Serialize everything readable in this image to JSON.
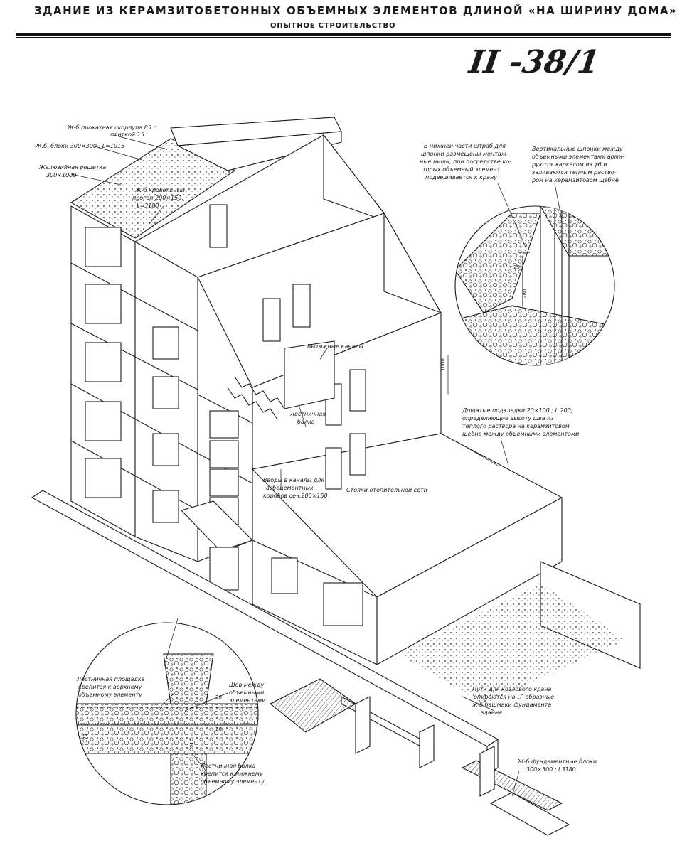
{
  "header": {
    "title": "ЗДАНИЕ ИЗ КЕРАМЗИТОБЕТОННЫХ ОБЪЕМНЫХ ЭЛЕМЕНТОВ ДЛИНОЙ «НА ШИРИНУ ДОМА»",
    "subtitle": "ОПЫТНОЕ СТРОИТЕЛЬСТВО",
    "sheet_number": "II -38/1"
  },
  "labels": {
    "shell": [
      "Ж-б прокатная скорлупа 85 с",
      "плиткой 15"
    ],
    "blocks": [
      "Ж.б. блоки 300×300 ; L=1015"
    ],
    "grille": [
      "Жалюзийная решетка",
      "300×1000"
    ],
    "purlin": [
      "Ж-б кровельный",
      "прогон 200×150,",
      "L=3180"
    ],
    "keys_note": [
      "В нижней части штраб для",
      "шпонки размещены монтаж-",
      "ные ниши, при посредстве ко-",
      "торых объемный элемент",
      "подвешивается к крану"
    ],
    "vertical_keys": [
      "Вертикальные шпонки между",
      "объемными элементами арми-",
      "руются каркасом из φ6 и",
      "заливаются теплым раство-",
      "ром на керамзитовом щебне"
    ],
    "ducts": [
      "Вытяжные каналы"
    ],
    "stair_beam": [
      "Лестничная",
      "балка"
    ],
    "inlets": [
      "Вводы в каналы для",
      "асбоцементных",
      "коробов сеч.200×150"
    ],
    "heating": [
      "Стояки отопительной сети"
    ],
    "pads": [
      "Дощатые подкладки 20×100 ; L 200,",
      "определяющие высоту шва из",
      "теплого раствора на керамзитовом",
      "щебне между объемными элементами"
    ],
    "landing": [
      "Лестничная площадка",
      "крепится к верхнему",
      "объемному элементу"
    ],
    "seam": [
      "Шов между",
      "объемными",
      "элементами"
    ],
    "stair_beam_bottom": [
      "Лестничная балка",
      "крепится к нижнему",
      "объемному элементу"
    ],
    "crane": [
      "Пути для козлового крана",
      "опираются на „Г-образные",
      "ж-б башмаки фундамента",
      "здания"
    ],
    "foundation": [
      "Ж-б фундаментные блоки",
      "300×500 ; L3180"
    ]
  },
  "dimensions": {
    "d1000": "1000",
    "d29": "29",
    "d280": "280",
    "d171": "171",
    "d30": "30",
    "d20": "20",
    "d210": "210"
  }
}
